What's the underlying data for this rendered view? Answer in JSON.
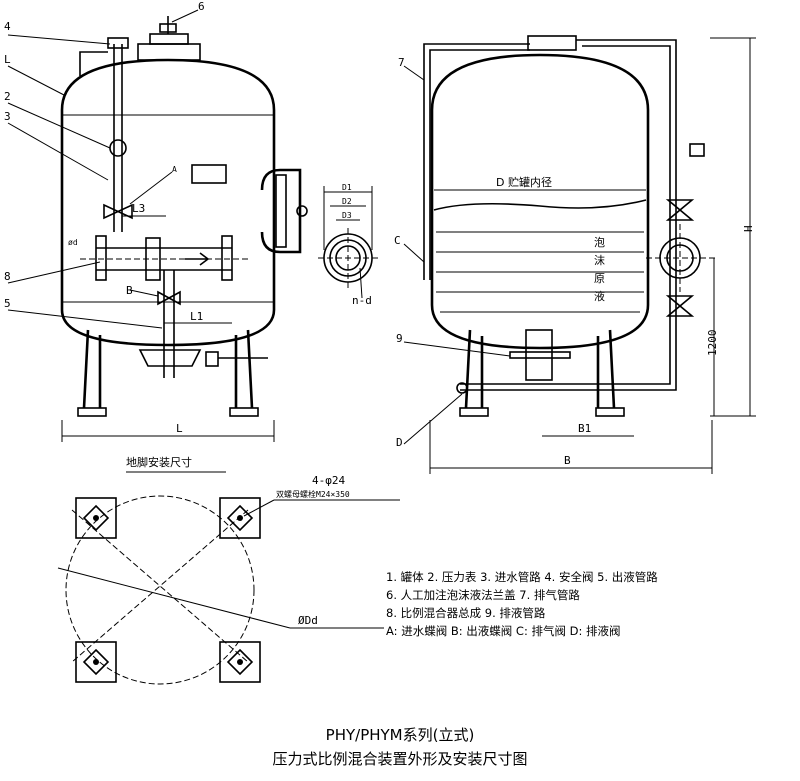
{
  "left_view": {
    "callouts": [
      "4",
      "L",
      "2",
      "3",
      "8",
      "5",
      "6"
    ],
    "valve_A": "A",
    "valve_B": "B",
    "dim_L": "L",
    "dim_L3": "L3",
    "dim_L1": "L1",
    "dim_d": "ød"
  },
  "nozzle_detail": {
    "labels": [
      "D1",
      "D2",
      "D3"
    ],
    "bolt_label": "n-d"
  },
  "right_view": {
    "callouts": [
      "7",
      "C",
      "9",
      "D"
    ],
    "inner_dia_label": "D  贮罐内径",
    "foam_chars": [
      "泡",
      "沫",
      "原",
      "液"
    ],
    "dim_H": "H",
    "dim_1200": "1200",
    "dim_B1": "B1",
    "dim_B": "B"
  },
  "foundation": {
    "title": "地脚安装尺寸",
    "hole_label": "4-φ24",
    "bolt_label": "双螺母螺栓M24×350",
    "diameter_label": "ØDd"
  },
  "legend": [
    "1. 罐体  2. 压力表  3. 进水管路  4. 安全阀  5. 出液管路",
    "6. 人工加注泡沫液法兰盖      7. 排气管路",
    "8. 比例混合器总成            9. 排液管路",
    "A: 进水蝶阀  B: 出液蝶阀  C: 排气阀  D: 排液阀"
  ],
  "caption": {
    "line1": "PHY/PHYM系列(立式)",
    "line2": "压力式比例混合装置外形及安装尺寸图"
  }
}
